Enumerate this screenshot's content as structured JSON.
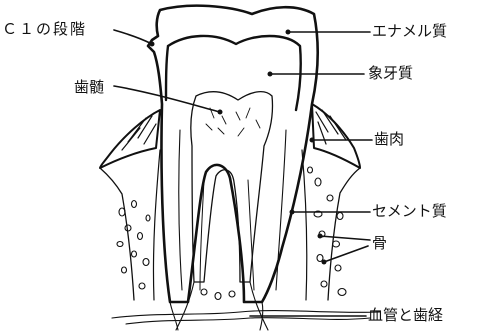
{
  "labels": {
    "c1_step": "Ｃ１の段階",
    "pulp": "歯髄",
    "enamel": "エナメル質",
    "dentin": "象牙質",
    "gingiva": "歯肉",
    "cementum": "セメント質",
    "bone": "骨",
    "vessels_nerves": "血管と歯経"
  }
}
